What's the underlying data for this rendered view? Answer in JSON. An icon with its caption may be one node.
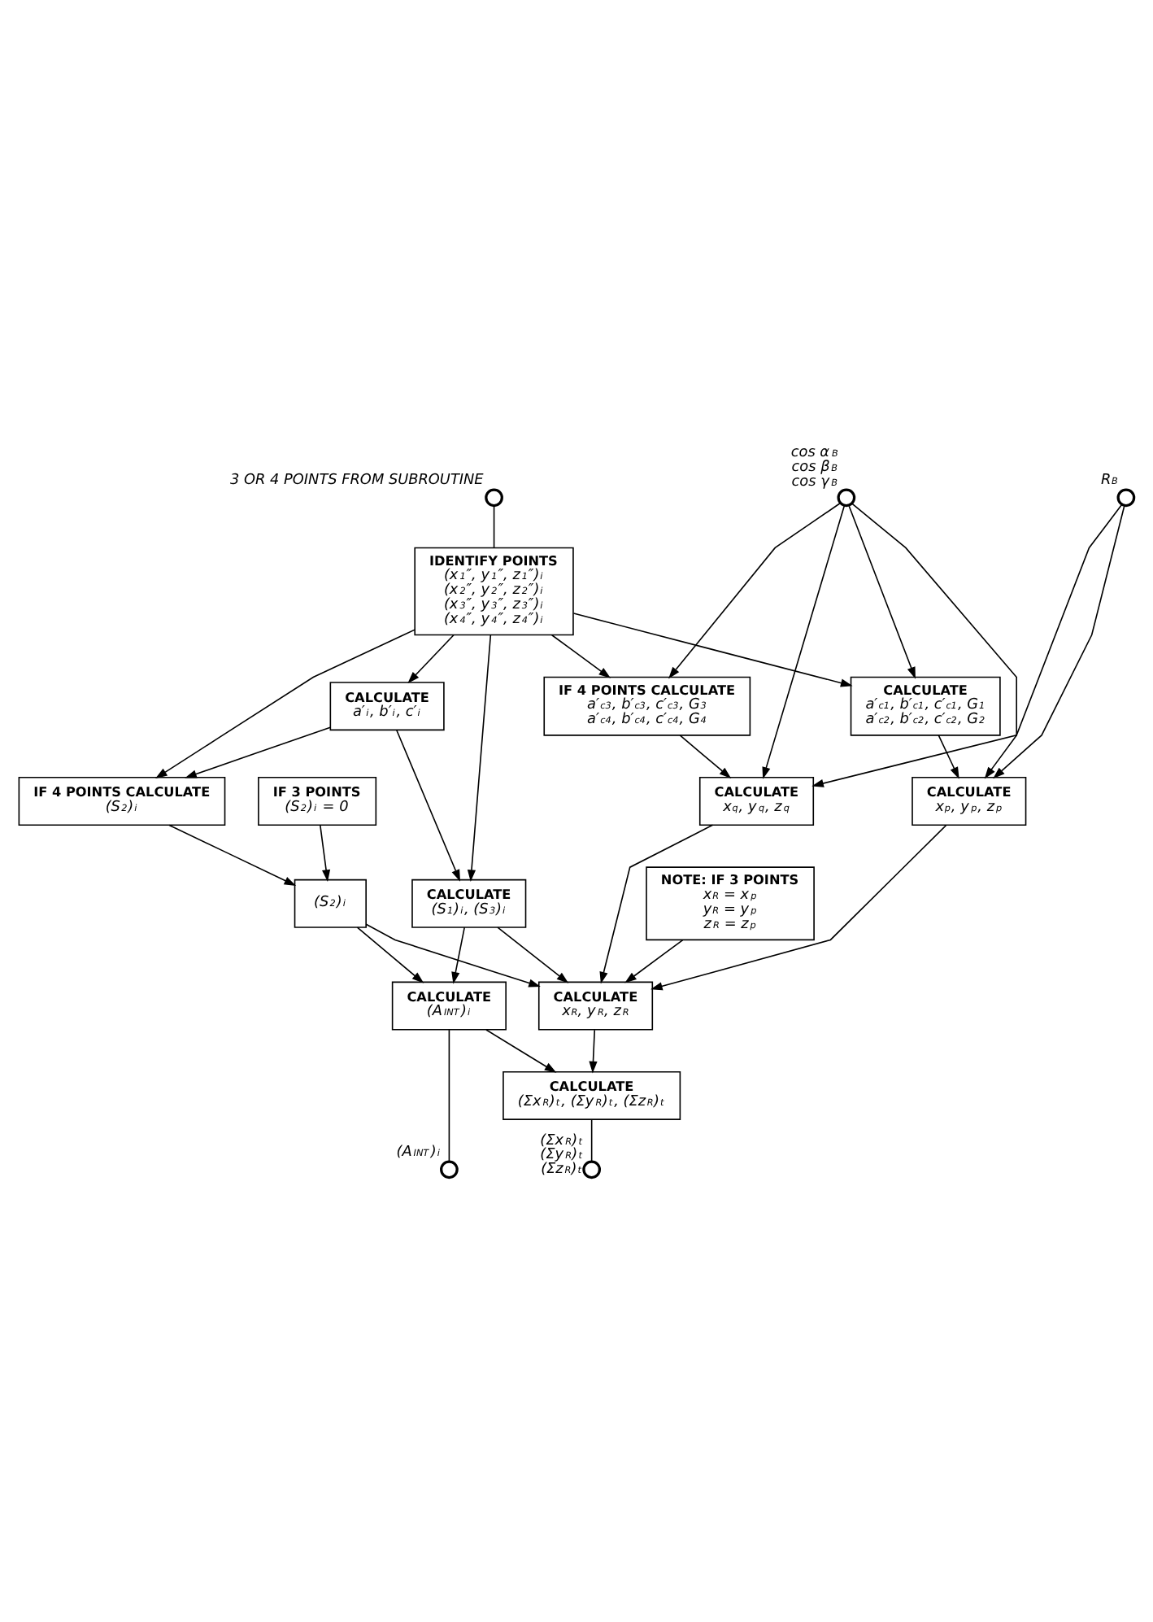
{
  "diagram": {
    "nodes": [
      {
        "text": [],
        "shape": "circle",
        "beside": [
          "3 OR 4 POINTS FROM SUBROUTINE"
        ]
      },
      {
        "text": [
          "IDENTIFY POINTS",
          "(x$_{1}$″, y$_{1}$″, z$_{1}$″)$_{i}$",
          "(x$_{2}$″, y$_{2}$″, z$_{2}$″)$_{i}$",
          "(x$_{3}$″, y$_{3}$″, z$_{3}$″)$_{i}$",
          "(x$_{4}$″, y$_{4}$″, z$_{4}$″)$_{i}$"
        ]
      },
      {
        "text": [],
        "shape": "circle",
        "beside": [
          "cos α$_{B}$",
          "cos β$_{B}$",
          "cos γ$_{B}$"
        ]
      },
      {
        "text": [],
        "shape": "circle",
        "beside": [
          "R$_{B}$"
        ]
      },
      {
        "text": [
          "CALCULATE",
          "a′$_{i}$, b′$_{i}$, c′$_{i}$"
        ]
      },
      {
        "text": [
          "CALCULATE",
          "(S$_{1}$)$_{i}$, (S$_{3}$)$_{i}$"
        ]
      },
      {
        "text": [
          "CALCULATE",
          "a′$_{c1}$, b′$_{c1}$, c′$_{c1}$, G$_{1}$",
          "a′$_{c2}$, b′$_{c2}$, c′$_{c2}$, G$_{2}$"
        ]
      },
      {
        "text": [
          "IF 4 POINTS CALCULATE",
          "a′$_{c3}$, b′$_{c3}$, c′$_{c3}$, G$_{3}$",
          "a′$_{c4}$, b′$_{c4}$, c′$_{c4}$, G$_{4}$"
        ]
      },
      {
        "text": [
          "CALCULATE",
          "x$_{p}$, y$_{p}$, z$_{p}$"
        ]
      },
      {
        "text": [
          "CALCULATE",
          "x$_{q}$, y$_{q}$, z$_{q}$"
        ]
      },
      {
        "text": [
          "IF 4 POINTS CALCULATE",
          "(S$_{2}$)$_{i}$"
        ]
      },
      {
        "text": [
          "IF 3 POINTS",
          "(S$_{2}$)$_{i}$ = 0"
        ]
      },
      {
        "text": [
          "(S$_{2}$)$_{i}$"
        ]
      },
      {
        "text": [
          "CALCULATE",
          "x$_{R}$, y$_{R}$, z$_{R}$"
        ]
      },
      {
        "text": [
          "NOTE: IF 3 POINTS",
          "x$_{R}$ = x$_{p}$",
          "y$_{R}$ = y$_{p}$",
          "z$_{R}$ = z$_{p}$"
        ]
      },
      {
        "text": [
          "CALCULATE",
          "(A$_{INT}$)$_{i}$"
        ]
      },
      {
        "text": [
          "CALCULATE",
          "(Σx$_{R}$)$_{t}$, (Σy$_{R}$)$_{t}$, (Σz$_{R}$)$_{t}$"
        ]
      },
      {
        "text": [],
        "shape": "circle",
        "beside": [
          "(A$_{INT}$)$_{i}$"
        ]
      },
      {
        "text": [],
        "shape": "circle",
        "beside": [
          "(Σx$_{R}$)$_{t}$",
          "(Σy$_{R}$)$_{t}$",
          "(Σz$_{R}$)$_{t}$"
        ]
      }
    ],
    "edges": [
      {
        "from": 0,
        "to": 1,
        "arrow": "none"
      },
      {
        "from": 1,
        "to": 4,
        "arrow": "to"
      },
      {
        "from": 1,
        "to": 5,
        "arrow": "to"
      },
      {
        "from": 1,
        "to": 10,
        "arrow": "to"
      },
      {
        "from": 1,
        "to": 6,
        "arrow": "to"
      },
      {
        "from": 1,
        "to": 7,
        "arrow": "to"
      },
      {
        "from": 2,
        "to": 6,
        "arrow": "to"
      },
      {
        "from": 2,
        "to": 7,
        "arrow": "to"
      },
      {
        "from": 2,
        "to": 8,
        "arrow": "to"
      },
      {
        "from": 2,
        "to": 9,
        "arrow": "to"
      },
      {
        "from": 3,
        "to": 8,
        "arrow": "to"
      },
      {
        "from": 3,
        "to": 9,
        "arrow": "to"
      },
      {
        "from": 4,
        "to": 5,
        "arrow": "to"
      },
      {
        "from": 4,
        "to": 10,
        "arrow": "to"
      },
      {
        "from": 6,
        "to": 8,
        "arrow": "to"
      },
      {
        "from": 7,
        "to": 9,
        "arrow": "to"
      },
      {
        "from": 5,
        "to": 15,
        "arrow": "to"
      },
      {
        "from": 5,
        "to": 13,
        "arrow": "to"
      },
      {
        "from": 10,
        "to": 12,
        "arrow": "to"
      },
      {
        "from": 11,
        "to": 12,
        "arrow": "to"
      },
      {
        "from": 12,
        "to": 15,
        "arrow": "to"
      },
      {
        "from": 12,
        "to": 13,
        "arrow": "to"
      },
      {
        "from": 8,
        "to": 13,
        "arrow": "to"
      },
      {
        "from": 9,
        "to": 13,
        "arrow": "to"
      },
      {
        "from": 14,
        "to": 13,
        "arrow": "to"
      },
      {
        "from": 13,
        "to": 16,
        "arrow": "to"
      },
      {
        "from": 15,
        "to": 16,
        "arrow": "to"
      },
      {
        "from": 15,
        "to": 17,
        "arrow": "none"
      },
      {
        "from": 16,
        "to": 18,
        "arrow": "none"
      }
    ]
  }
}
